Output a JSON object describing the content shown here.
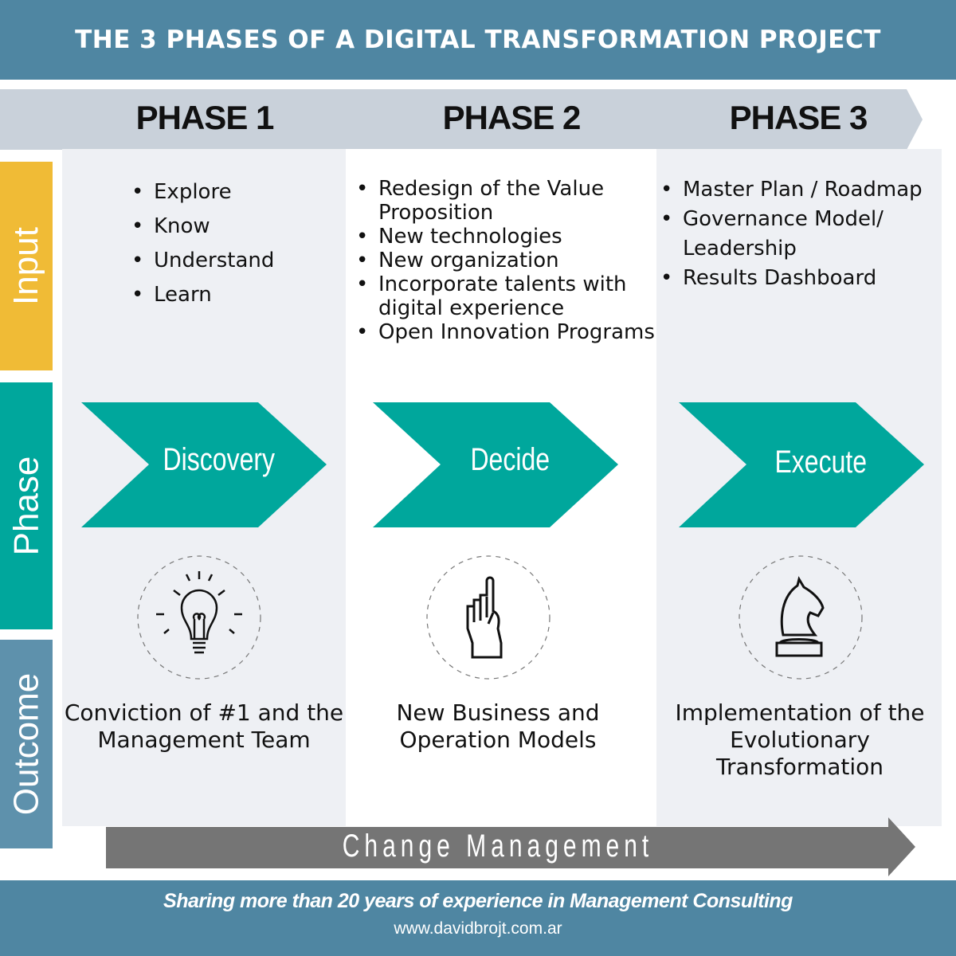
{
  "title": "THE 3 PHASES OF A DIGITAL TRANSFORMATION PROJECT",
  "colors": {
    "header": "#4f86a2",
    "band": "#c9d1da",
    "input": "#f0bb36",
    "phase": "#00a79c",
    "outcome": "#5e91ac",
    "arrow": "#757575"
  },
  "side_labels": {
    "input": "Input",
    "phase": "Phase",
    "outcome": "Outcome"
  },
  "phases": [
    {
      "title": "PHASE 1",
      "inputs": [
        "Explore",
        "Know",
        "Understand",
        "Learn"
      ],
      "name": "Discovery",
      "icon": "lightbulb-icon",
      "outcome": "Conviction of #1 and the Management Team"
    },
    {
      "title": "PHASE 2",
      "inputs": [
        "Redesign of the Value Proposition",
        "New technologies",
        "New organization",
        "Incorporate talents with digital experience",
        "Open Innovation Programs"
      ],
      "name": "Decide",
      "icon": "raised-finger-hand-icon",
      "outcome": "New Business and Operation Models"
    },
    {
      "title": "PHASE 3",
      "inputs": [
        "Master Plan / Roadmap",
        "Governance Model/ Leadership",
        "Results Dashboard"
      ],
      "name": "Execute",
      "icon": "chess-knight-icon",
      "outcome": "Implementation of the Evolutionary Transformation"
    }
  ],
  "change_management": "Change Management",
  "footer": {
    "tagline": "Sharing more than 20 years  of experience in Management Consulting",
    "url": "www.davidbrojt.com.ar"
  }
}
